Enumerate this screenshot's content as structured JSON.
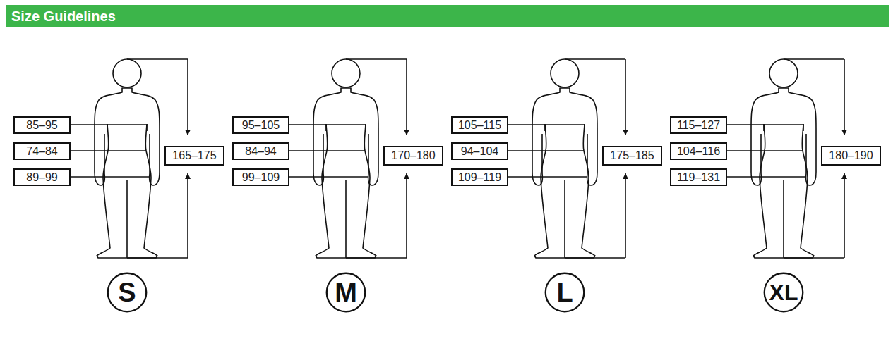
{
  "diagram": {
    "title": "Size Guidelines",
    "nodes": [
      {
        "text": [
          "85–95"
        ]
      },
      {
        "text": [
          "74–84"
        ]
      },
      {
        "text": [
          "89–99"
        ]
      },
      {
        "text": [
          "165–175"
        ]
      },
      {
        "text": [
          "S"
        ]
      },
      {
        "text": [
          "95–105"
        ]
      },
      {
        "text": [
          "84–94"
        ]
      },
      {
        "text": [
          "99–109"
        ]
      },
      {
        "text": [
          "170–180"
        ]
      },
      {
        "text": [
          "M"
        ]
      },
      {
        "text": [
          "105–115"
        ]
      },
      {
        "text": [
          "94–104"
        ]
      },
      {
        "text": [
          "109–119"
        ]
      },
      {
        "text": [
          "175–185"
        ]
      },
      {
        "text": [
          "L"
        ]
      },
      {
        "text": [
          "115–127"
        ]
      },
      {
        "text": [
          "104–116"
        ]
      },
      {
        "text": [
          "119–131"
        ]
      },
      {
        "text": [
          "180–190"
        ]
      },
      {
        "text": [
          "XL"
        ]
      }
    ]
  }
}
